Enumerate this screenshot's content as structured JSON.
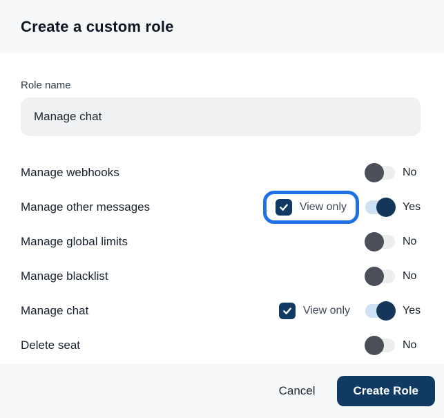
{
  "modal": {
    "title": "Create a custom role",
    "role_name": {
      "label": "Role name",
      "value": "Manage chat"
    },
    "permissions": [
      {
        "label": "Manage webhooks",
        "enabled": false,
        "state_label": "No",
        "view_only_visible": false,
        "view_only_checked": false,
        "view_only_label": "",
        "highlighted": false
      },
      {
        "label": "Manage other messages",
        "enabled": true,
        "state_label": "Yes",
        "view_only_visible": true,
        "view_only_checked": true,
        "view_only_label": "View only",
        "highlighted": true
      },
      {
        "label": "Manage global limits",
        "enabled": false,
        "state_label": "No",
        "view_only_visible": false,
        "view_only_checked": false,
        "view_only_label": "",
        "highlighted": false
      },
      {
        "label": "Manage blacklist",
        "enabled": false,
        "state_label": "No",
        "view_only_visible": false,
        "view_only_checked": false,
        "view_only_label": "",
        "highlighted": false
      },
      {
        "label": "Manage chat",
        "enabled": true,
        "state_label": "Yes",
        "view_only_visible": true,
        "view_only_checked": true,
        "view_only_label": "View only",
        "highlighted": false
      },
      {
        "label": "Delete seat",
        "enabled": false,
        "state_label": "No",
        "view_only_visible": false,
        "view_only_checked": false,
        "view_only_label": "",
        "highlighted": false
      }
    ],
    "footer": {
      "cancel_label": "Cancel",
      "create_label": "Create Role"
    }
  },
  "icons": {
    "checkbox_glyph": "check-icon"
  },
  "colors": {
    "header_footer_bg": "#f7f8f9",
    "body_bg": "#ffffff",
    "navy": "#113a63",
    "highlight_border_blue": "#1f70e5",
    "toggle_on_track": "#cfe1f5",
    "toggle_on_knob": "#133659",
    "toggle_off_track": "#ebedef",
    "toggle_off_knob": "#4a4f58",
    "input_bg": "#eff1f3"
  }
}
